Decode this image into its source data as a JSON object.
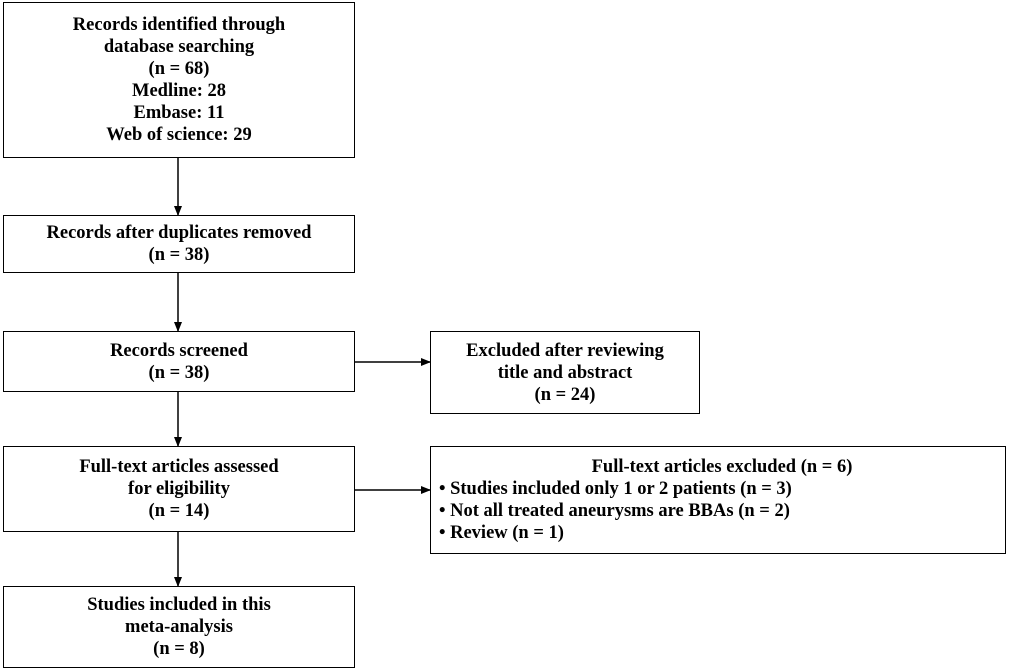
{
  "boxes": {
    "identified": {
      "lines": [
        "Records identified through",
        "database searching",
        "(n = 68)",
        "Medline: 28",
        "Embase: 11",
        "Web of science: 29"
      ]
    },
    "duplicates_removed": {
      "lines": [
        "Records after duplicates removed",
        "(n = 38)"
      ]
    },
    "screened": {
      "lines": [
        "Records screened",
        "(n = 38)"
      ]
    },
    "excluded_title_abstract": {
      "lines": [
        "Excluded after reviewing",
        "title and abstract",
        "(n = 24)"
      ]
    },
    "full_text_assessed": {
      "lines": [
        "Full-text articles assessed",
        "for eligibility",
        "(n = 14)"
      ]
    },
    "full_text_excluded": {
      "heading": "Full-text articles excluded (n = 6)",
      "items": [
        "Studies included only 1 or 2 patients (n = 3)",
        "Not all treated aneurysms are BBAs (n = 2)",
        "Review (n = 1)"
      ]
    },
    "included": {
      "lines": [
        "Studies included in this",
        "meta-analysis",
        "(n = 8)"
      ]
    }
  },
  "colors": {
    "line": "#000000",
    "background": "#ffffff"
  }
}
